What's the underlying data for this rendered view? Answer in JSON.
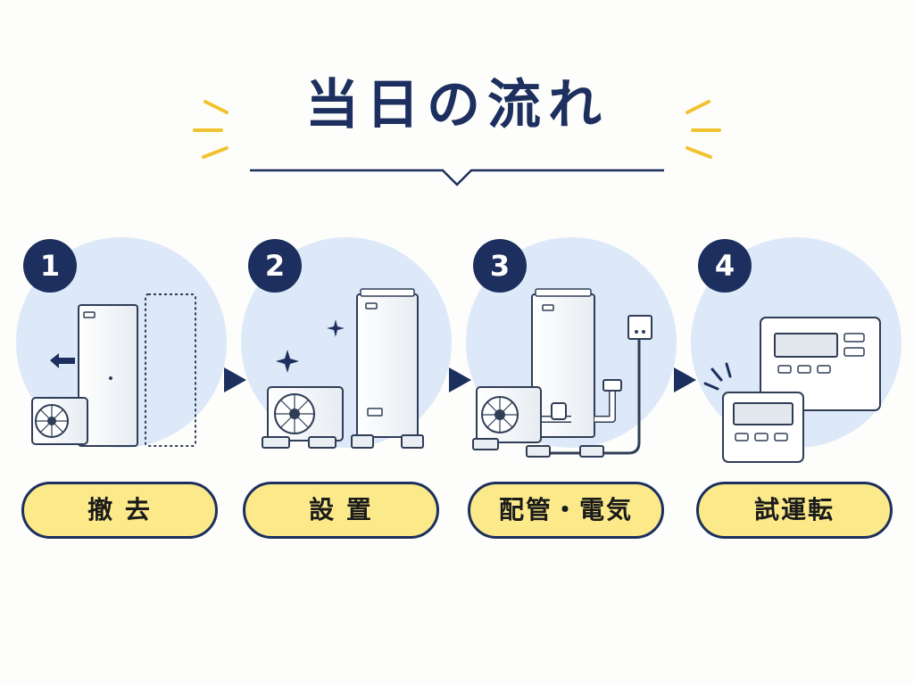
{
  "title": "当日の流れ",
  "steps": [
    {
      "number": "1",
      "label": "撤 去"
    },
    {
      "number": "2",
      "label": "設 置"
    },
    {
      "number": "3",
      "label": "配管・電気"
    },
    {
      "number": "4",
      "label": "試運転"
    }
  ],
  "colors": {
    "navy": "#1c2f5e",
    "circle": "#dde9f8",
    "pill": "#fbe98a",
    "accent": "#f2c330"
  }
}
